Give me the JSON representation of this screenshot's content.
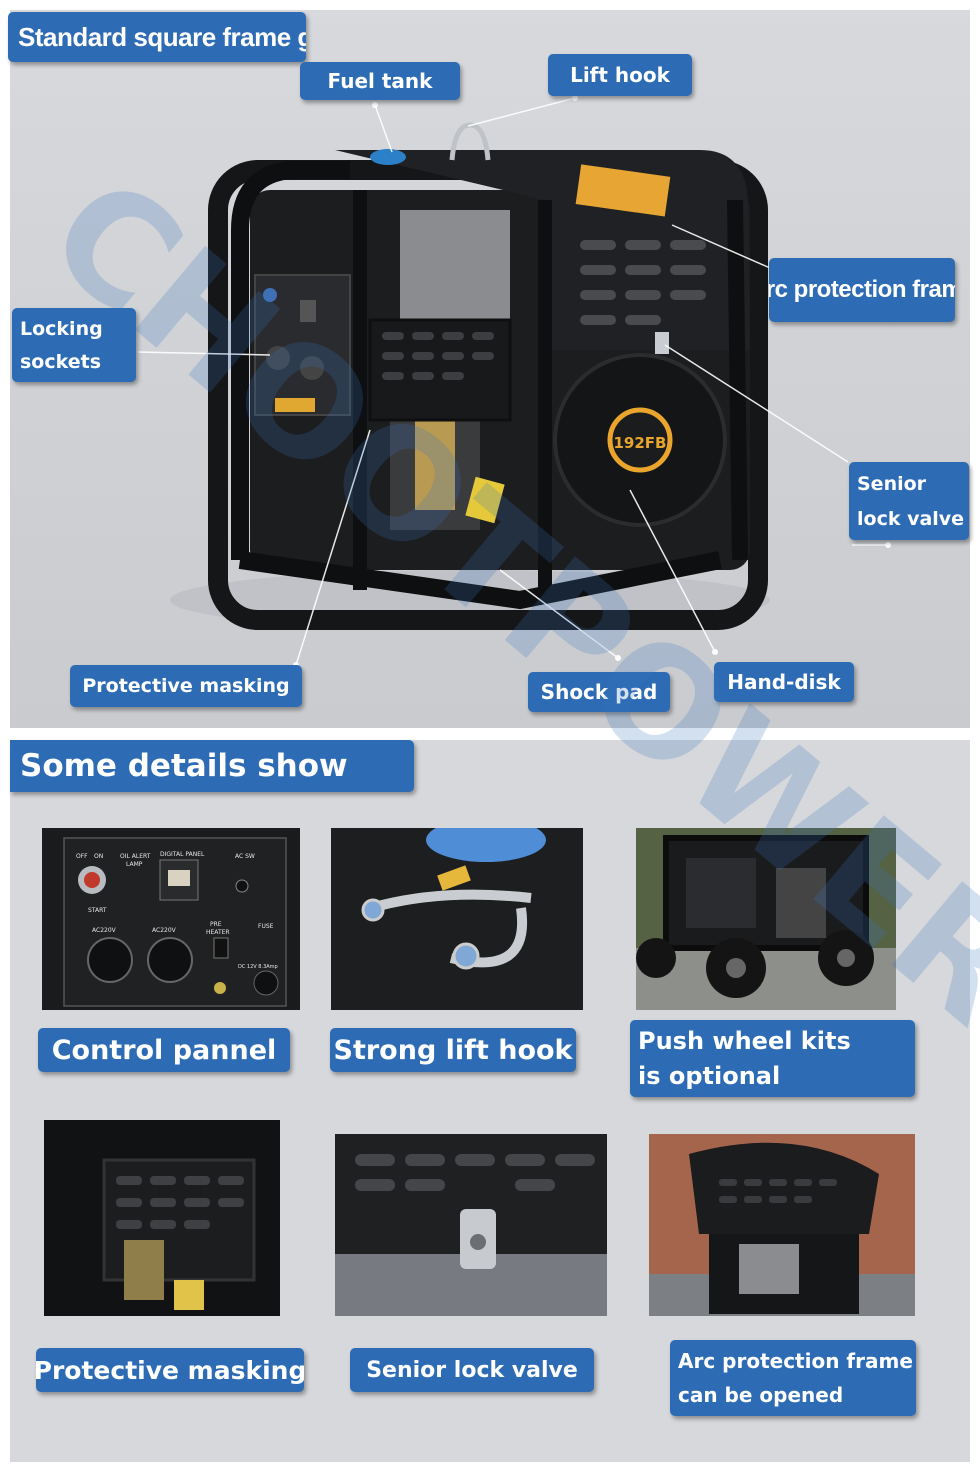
{
  "colors": {
    "label_bg": "#2d6cb4",
    "label_text": "#ffffff",
    "panel_bg": "#d6d8dc"
  },
  "watermark": "CHOOTPOWER",
  "hero": {
    "title": "Standard square frame genset",
    "engine_badge": "192FB",
    "callouts": {
      "fuel_tank": "Fuel tank",
      "lift_hook": "Lift hook",
      "arc_protection_frame": "Arc protection frame",
      "locking_sockets_1": "Locking",
      "locking_sockets_2": "sockets",
      "senior_lock_valve_1": "Senior",
      "senior_lock_valve_2": "lock valve",
      "protective_masking": "Protective masking",
      "shock_pad": "Shock pad",
      "hand_disk": "Hand-disk"
    }
  },
  "details": {
    "heading": "Some details show",
    "control_panel": {
      "caption": "Control pannel",
      "labels": [
        "OFF",
        "ON",
        "START",
        "OIL ALERT",
        "LAMP",
        "DIGITAL PANEL",
        "AC SW",
        "AC220V",
        "AC220V",
        "PRE",
        "HEATER",
        "FUSE",
        "DC 12V 8.3Amp"
      ]
    },
    "lift_hook": {
      "caption": "Strong lift hook"
    },
    "push_wheel": {
      "caption_1": "Push wheel kits",
      "caption_2": "is optional"
    },
    "protective_masking": {
      "caption": "Protective masking"
    },
    "senior_lock_valve": {
      "caption": "Senior lock valve"
    },
    "arc_frame": {
      "caption_1": "Arc protection frame",
      "caption_2": "can be  opened"
    }
  }
}
